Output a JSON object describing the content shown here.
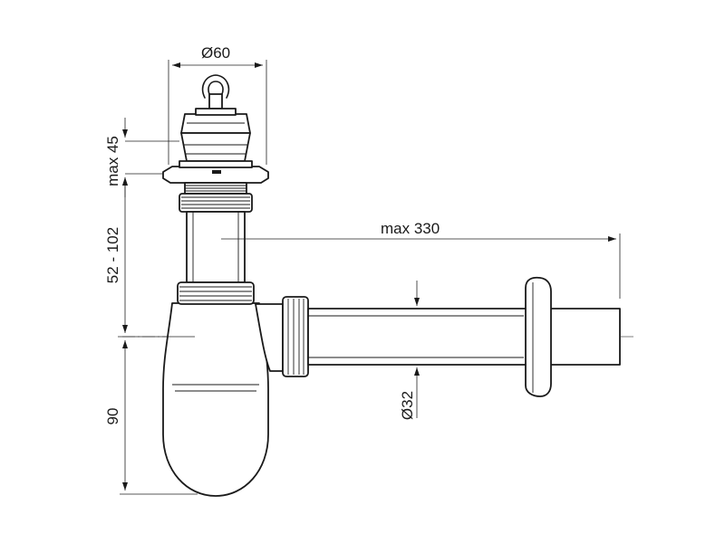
{
  "dimensions": {
    "top_diameter": "Ø60",
    "plug_height": "max 45",
    "adjust_range": "52 - 102",
    "trap_height": "90",
    "pipe_length": "max 330",
    "pipe_diameter": "Ø32"
  }
}
